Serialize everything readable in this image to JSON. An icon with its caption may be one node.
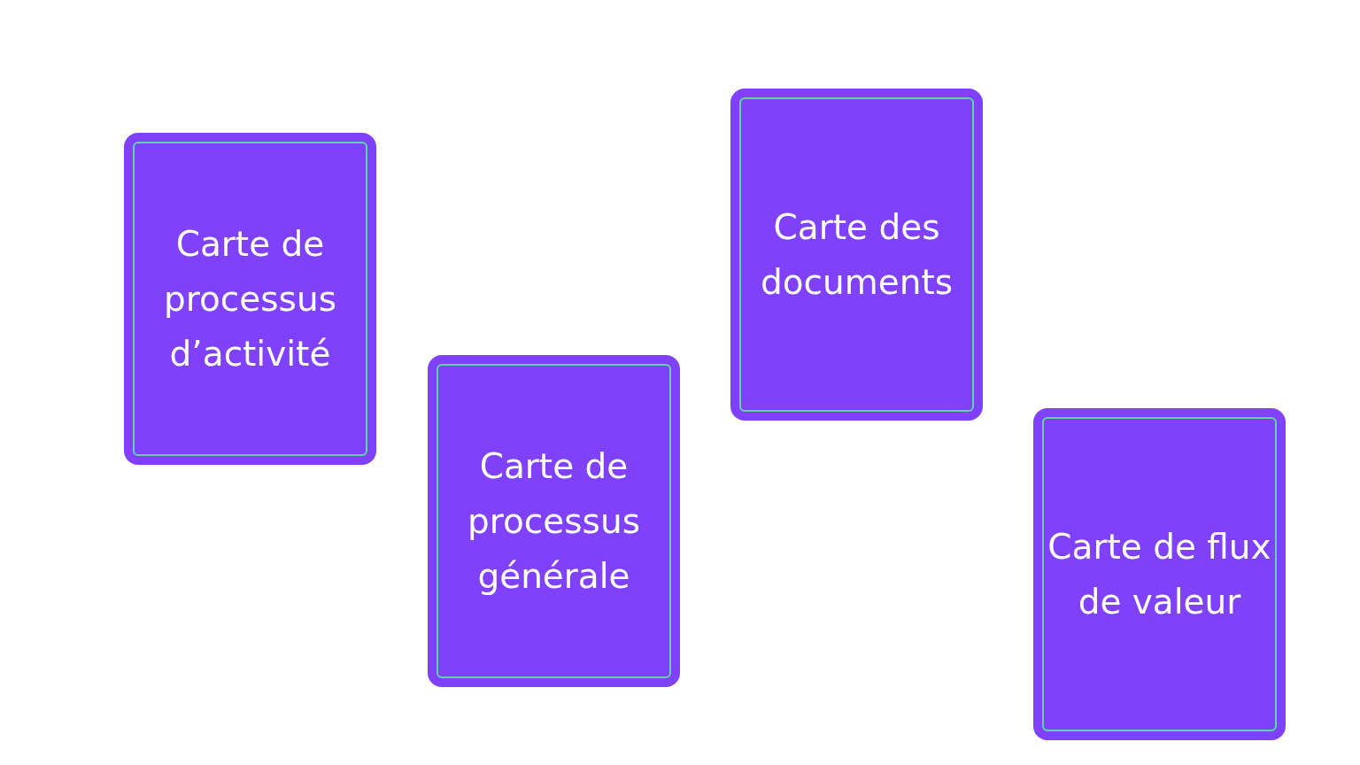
{
  "diagram": {
    "nodes": [
      {
        "text": [
          "Carte de processus d’activité"
        ]
      },
      {
        "text": [
          "Carte de processus générale"
        ]
      },
      {
        "text": [
          "Carte des documents"
        ]
      },
      {
        "text": [
          "Carte de flux de valeur"
        ]
      }
    ]
  }
}
